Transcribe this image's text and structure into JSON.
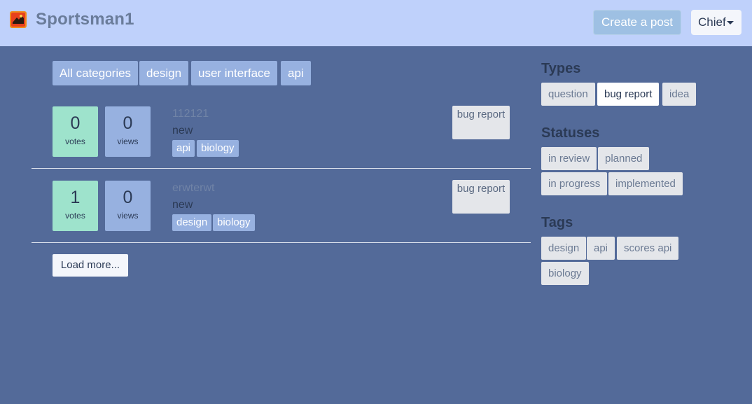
{
  "header": {
    "app_title": "Sportsman1",
    "create_label": "Create a post",
    "user_label": "Chief"
  },
  "categories": [
    "All categories",
    "design",
    "user interface",
    "api"
  ],
  "posts": [
    {
      "votes": "0",
      "votes_label": "votes",
      "views": "0",
      "views_label": "views",
      "title": "112121",
      "status": "new",
      "tags": [
        "api",
        "biology"
      ],
      "type": "bug report"
    },
    {
      "votes": "1",
      "votes_label": "votes",
      "views": "0",
      "views_label": "views",
      "title": "erwterwt",
      "status": "new",
      "tags": [
        "design",
        "biology"
      ],
      "type": "bug report"
    }
  ],
  "load_more_label": "Load more...",
  "sidebar": {
    "types_heading": "Types",
    "types": [
      "question",
      "bug report",
      "idea"
    ],
    "active_type": "bug report",
    "statuses_heading": "Statuses",
    "statuses": [
      "in review",
      "planned",
      "in progress",
      "implemented"
    ],
    "tags_heading": "Tags",
    "tags": [
      "design",
      "api",
      "scores api",
      "biology"
    ]
  },
  "colors": {
    "background": "#536a99",
    "header": "#bfd1fb",
    "accent_tag": "#97b1e0",
    "votes_box": "#9ee3cc"
  }
}
